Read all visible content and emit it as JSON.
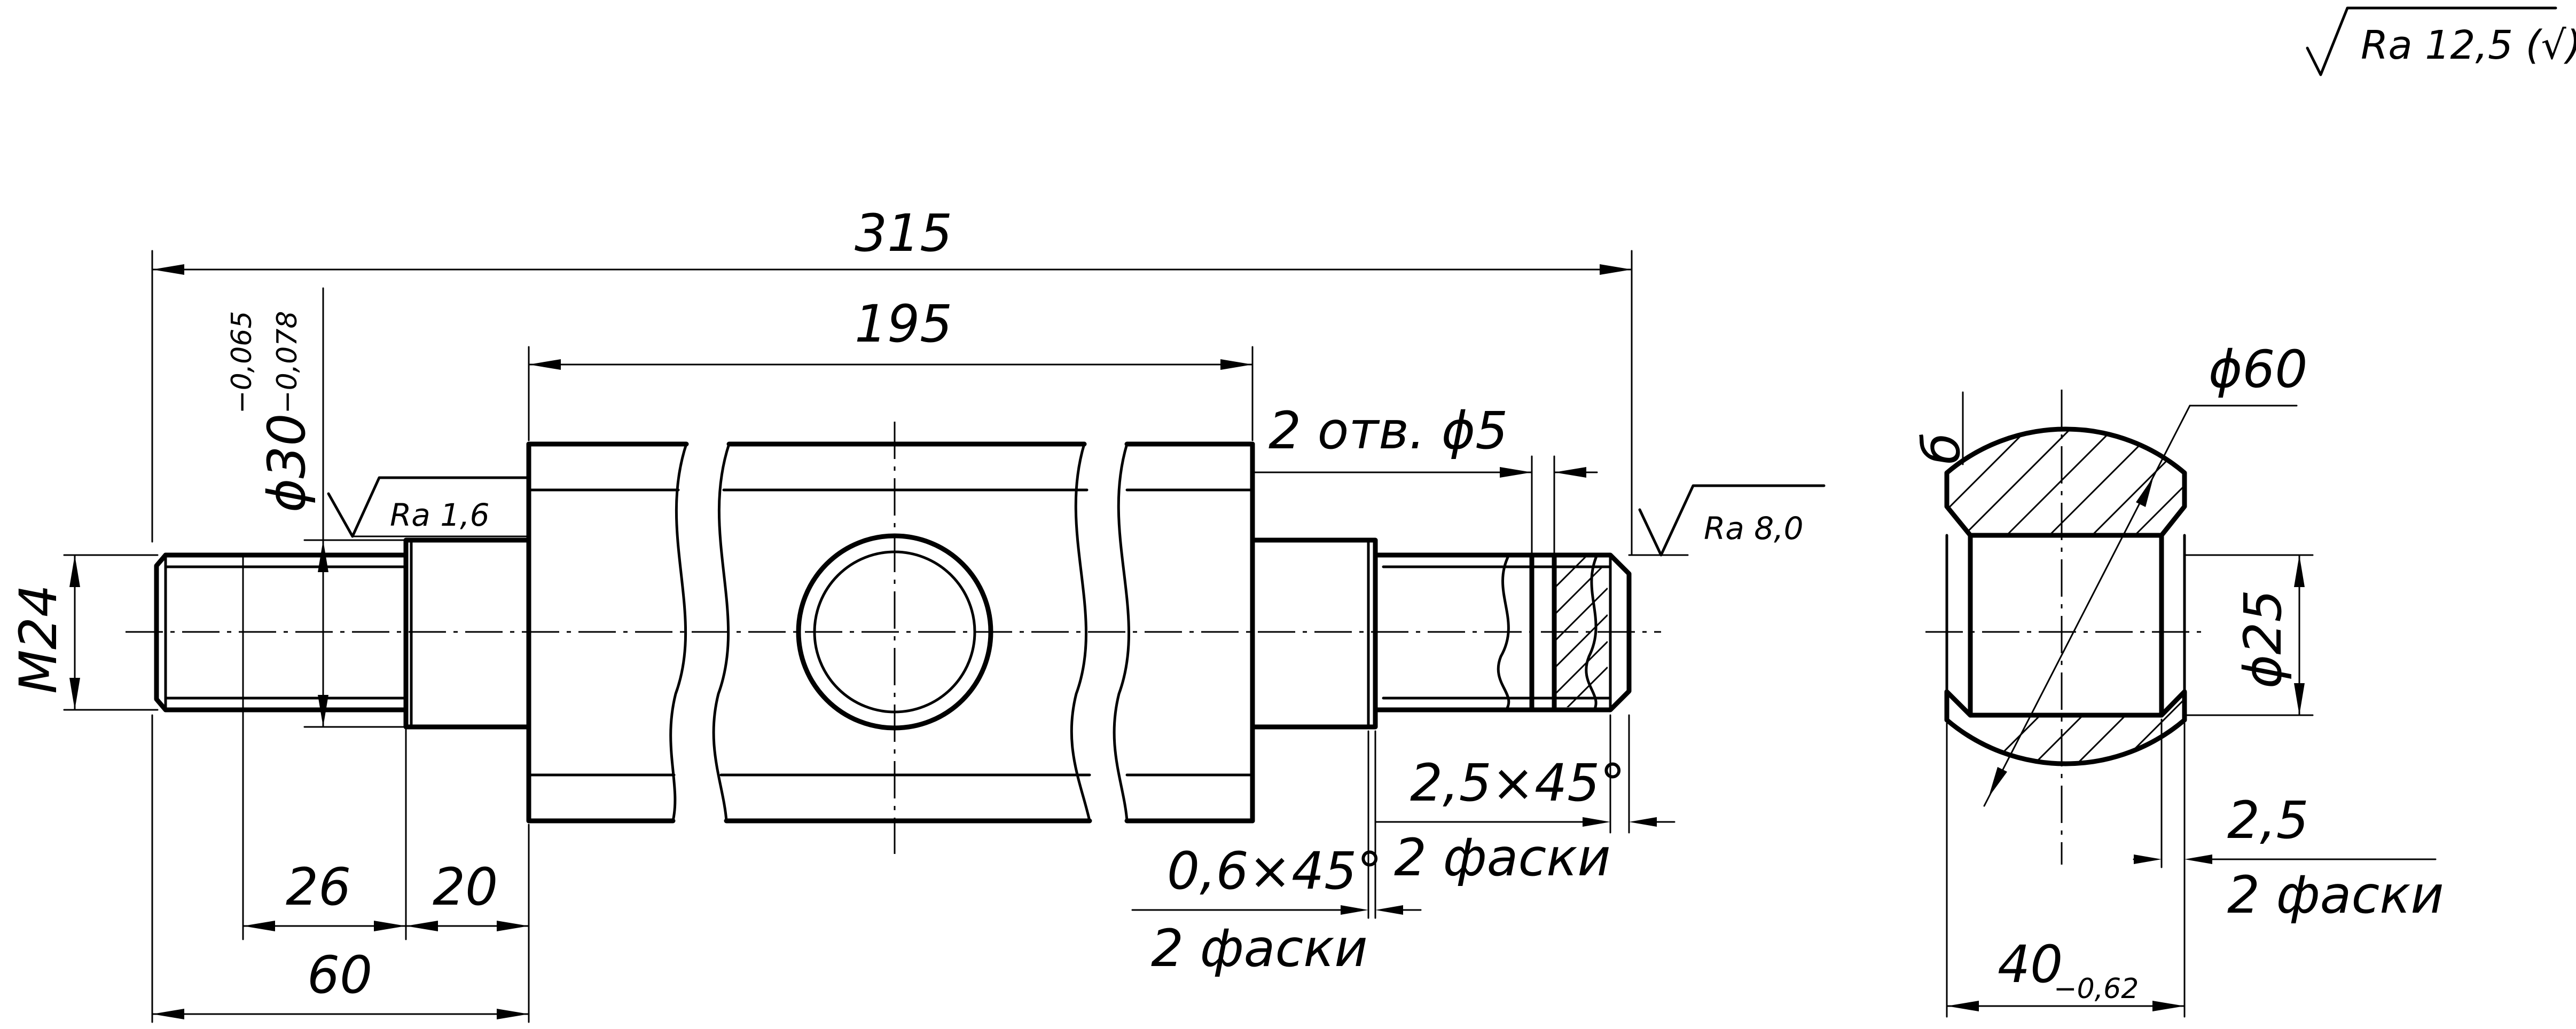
{
  "title_block": {
    "roughness_general": "Ra 12,5 (√)"
  },
  "shaft_view": {
    "dim_overall": "315",
    "dim_center": "195",
    "holes_note": "2 отв. ϕ5",
    "thread": "M24",
    "diameter_main": "ϕ30",
    "diameter_main_tol_upper": "−0,065",
    "diameter_main_tol_lower": "−0,078",
    "roughness_left": "Ra 1,6",
    "roughness_right": "Ra 8,0",
    "dim_thread_len": "26",
    "dim_collar_len": "20",
    "dim_left_total": "60",
    "chamfer_small": "0,6×45°",
    "chamfer_small_count": "2 фаски",
    "chamfer_large": "2,5×45°",
    "chamfer_large_count": "2 фаски"
  },
  "section_view": {
    "diameter_outer": "ϕ60",
    "diameter_bore": "ϕ25",
    "chamfer": "2,5",
    "chamfer_count": "2 фаски",
    "dim_width": "40",
    "dim_width_tol": "−0,62",
    "section_label": "б"
  }
}
